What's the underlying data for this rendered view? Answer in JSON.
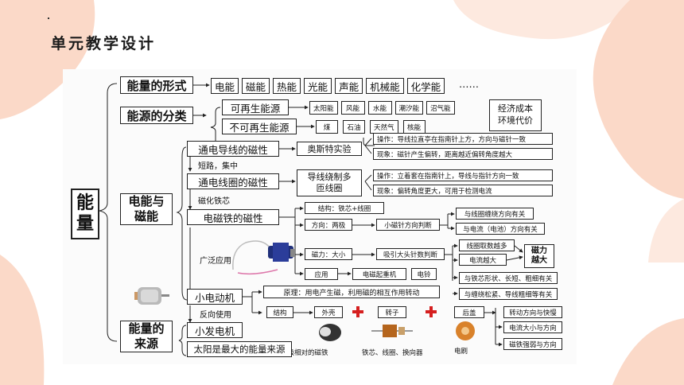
{
  "slide": {
    "title": "单元教学设计",
    "colors": {
      "deco_peach": "#fbd9c8",
      "deco_light": "#fde9df",
      "plus_red": "#d51f1f",
      "map_bg": "#fbfbfb"
    }
  },
  "map": {
    "root": "能\n量",
    "forms": {
      "label": "能量的形式",
      "items": [
        "电能",
        "磁能",
        "热能",
        "光能",
        "声能",
        "机械能",
        "化学能"
      ],
      "ellipsis": "……"
    },
    "classification": {
      "label": "能源的分类",
      "renewable": {
        "label": "可再生能源",
        "items": [
          "太阳能",
          "风能",
          "水能",
          "潮汐能",
          "沼气能"
        ]
      },
      "nonrenewable": {
        "label": "不可再生能源",
        "items": [
          "煤",
          "石油",
          "天然气",
          "核能"
        ]
      },
      "note": "经济成本\n环境代价"
    },
    "em": {
      "label": "电能与\n磁能",
      "wire": {
        "label": "通电导线的磁性",
        "experiment": "奥斯特实验",
        "op": "操作：导线拉直亭在指南针上方，方向与磁针一致",
        "phen": "现象：磁针产生偏转，距离越近偏转角度越大"
      },
      "arrow1": "短路，集中",
      "coil": {
        "label": "通电线圈的磁性",
        "method": "导线绕制多\n匝线圈",
        "op": "操作：立着套在指南针上，导线与指针方向一致",
        "phen": "现象：偏转角度更大，可用于检测电流"
      },
      "arrow2": "磁化铁芯",
      "electromagnet": {
        "label": "电磁铁的磁性",
        "structure": "结构：铁芯+线圈",
        "direction": "方向：两极",
        "needle": "小磁针方向判断",
        "dir1": "与线圈缠绕方向有关",
        "dir2": "与电流（电池）方向有关",
        "force": "磁力：大小",
        "pins": "吸引大头针数判断",
        "turns": "线圈取数越多",
        "current": "电流越大",
        "stronger": "磁力\n越大",
        "f1": "与铁芯形状、长短、粗细有关",
        "f2": "与缠绕松紧、导线粗细等有关",
        "app": "应用",
        "crane": "电磁起重机",
        "bell": "电铃"
      },
      "wide_use": "广泛应用",
      "motor": {
        "label": "小电动机",
        "principle": "原理：用电产生磁，利用磁的相互作用转动",
        "structure": "结构",
        "shell": "外壳",
        "rotor": "转子",
        "cover": "后盖",
        "cap1": "异极相对的磁铁",
        "cap2": "铁芯、线圈、换向器",
        "cap3": "电刷",
        "r1": "转动方向与快慢",
        "r2": "电流大小与方向",
        "r3": "磁铁强弱与方向"
      },
      "reverse": "反向使用"
    },
    "source": {
      "label": "能量的\n来源",
      "generator": "小发电机",
      "sun": "太阳是最大的能量来源"
    }
  }
}
